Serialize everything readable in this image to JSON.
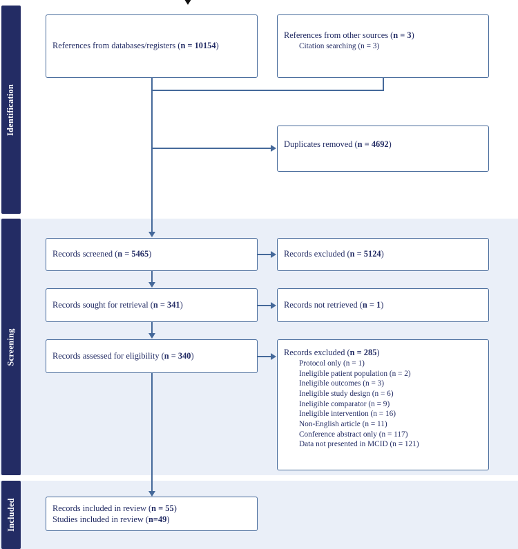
{
  "diagram": {
    "type": "prisma-flow-diagram",
    "colors": {
      "phase_bar": "#232c64",
      "band_background": "#eaeff8",
      "box_border": "#45699a",
      "text": "#232c64",
      "top_arrow": "#111111"
    }
  },
  "phases": [
    {
      "id": "identification",
      "label": "Identification"
    },
    {
      "id": "screening",
      "label": "Screening"
    },
    {
      "id": "included",
      "label": "Included"
    }
  ],
  "boxes": {
    "databases": {
      "text": "References from databases/registers (",
      "bold": "n = 10154",
      "tail": ")"
    },
    "other_sources": {
      "text": "References from other sources (",
      "bold": "n = 3",
      "tail": ")",
      "sub": "Citation searching (n = 3)"
    },
    "duplicates": {
      "text": "Duplicates removed (",
      "bold": "n = 4692",
      "tail": ")"
    },
    "screened": {
      "text": "Records screened (",
      "bold": "n = 5465",
      "tail": ")"
    },
    "screened_excluded": {
      "text": "Records excluded (",
      "bold": "n = 5124",
      "tail": ")"
    },
    "sought": {
      "text": "Records sought for retrieval (",
      "bold": "n = 341",
      "tail": ")"
    },
    "not_retrieved": {
      "text": "Records not retrieved (",
      "bold": "n = 1",
      "tail": ")"
    },
    "assessed": {
      "text": "Records assessed for eligibility (",
      "bold": "n = 340",
      "tail": ")"
    },
    "eligibility_excluded": {
      "text": "Records excluded (",
      "bold": "n = 285",
      "tail": ")",
      "reasons": [
        "Protocol only (n = 1)",
        "Ineligible patient population (n = 2)",
        "Ineligible outcomes (n = 3)",
        "Ineligible study design (n = 6)",
        "Ineligible comparator (n = 9)",
        "Ineligible intervention (n = 16)",
        "Non-English article (n = 11)",
        "Conference abstract only (n = 117)",
        "Data not presented in MCID (n = 121)"
      ]
    },
    "included": {
      "line1_text": "Records included in review (",
      "line1_bold": "n = 55",
      "line1_tail": ")",
      "line2_text": "Studies included in review (",
      "line2_bold": "n=49",
      "line2_tail": ")"
    }
  }
}
